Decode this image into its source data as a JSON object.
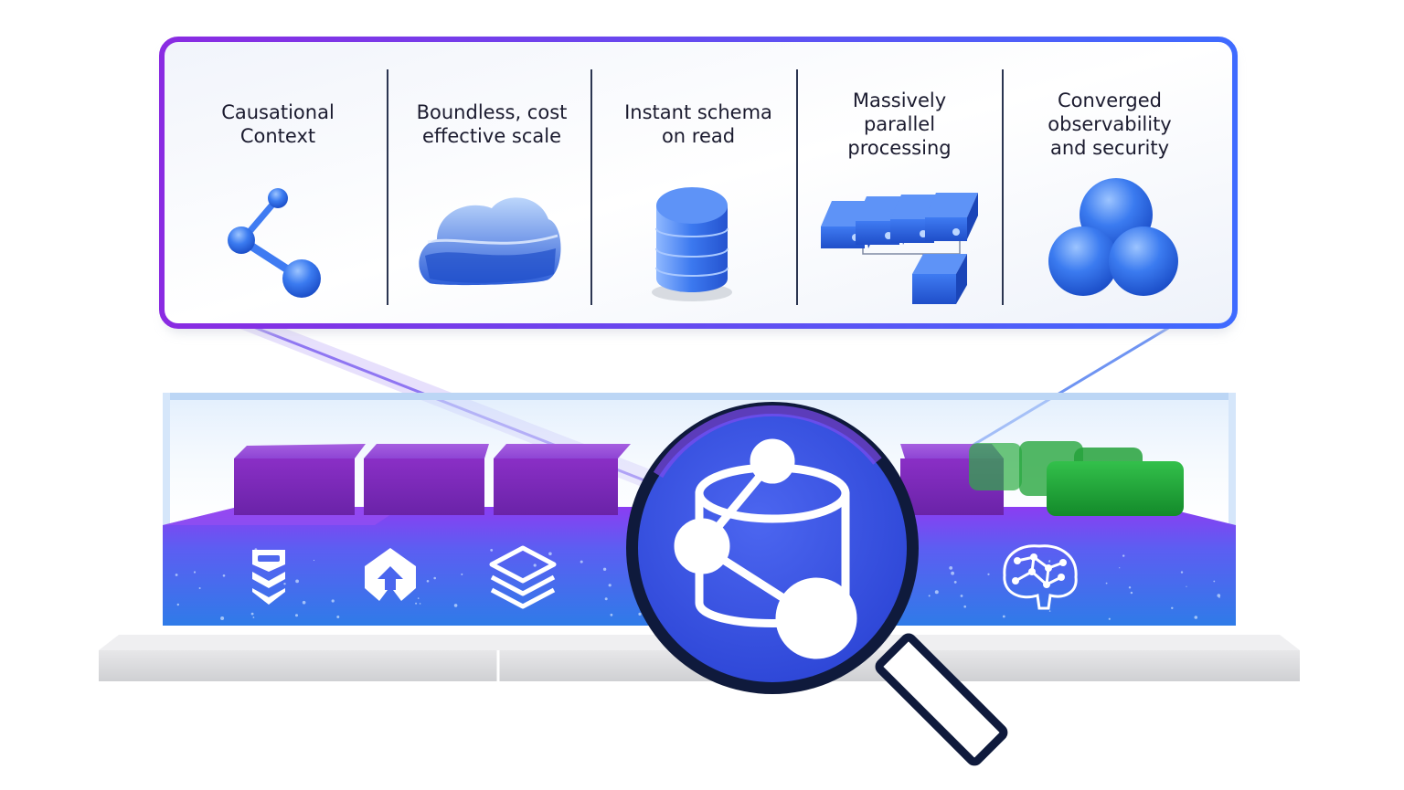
{
  "features": [
    {
      "label": "Causational\nContext",
      "icon": "share-nodes-icon"
    },
    {
      "label": "Boundless, cost\neffective scale",
      "icon": "cloud-icon"
    },
    {
      "label": "Instant schema\non read",
      "icon": "database-cylinder-icon"
    },
    {
      "label": "Massively\nparallel\nprocessing",
      "icon": "parallel-cubes-icon"
    },
    {
      "label": "Converged\nobservability\nand security",
      "icon": "three-spheres-icon"
    }
  ],
  "platform_icons": [
    "shield-agent-icon",
    "arrow-up-hexagon-icon",
    "layers-stack-icon",
    "ai-brain-icon"
  ],
  "magnifier_icon": "database-graph-icon",
  "colors": {
    "frame_gradient_start": "#8a2be2",
    "frame_gradient_end": "#3f6bff",
    "blocks_purple": "#7b2cb8",
    "blocks_green": "#1fa83a",
    "base_blue": "#3d6ff0",
    "magnifier_ring": "#0f1a3c",
    "magnifier_fill": "#3a55e6"
  }
}
